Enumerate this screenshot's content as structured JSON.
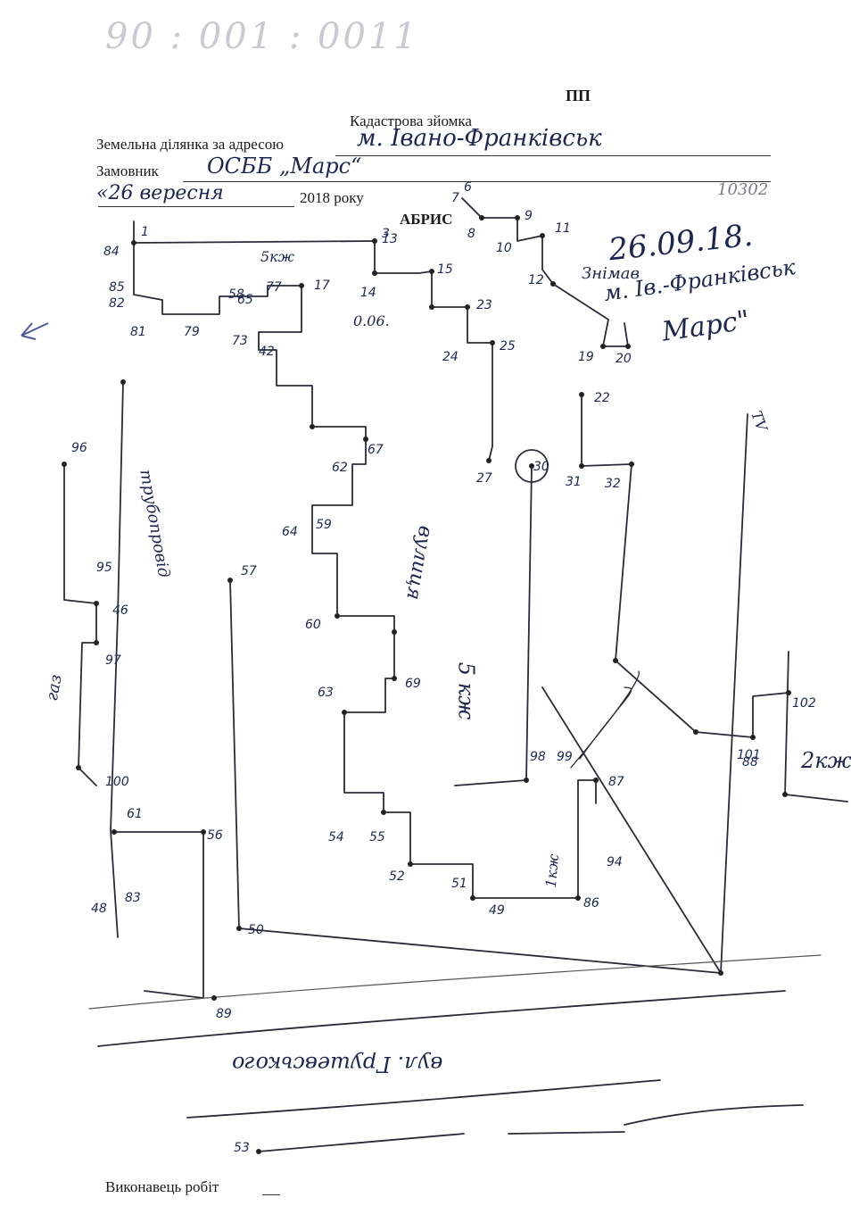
{
  "header": {
    "faded_number": "90 : 001 : 0011",
    "form_code": "ПП",
    "survey_title": "Кадастрова зйомка"
  },
  "form": {
    "address_label": "Земельна ділянка за адресою",
    "address_value": "м. Івано-Франківськ",
    "customer_label": "Замовник",
    "customer_value": "ОСББ „Марс“",
    "date_day_month": "«26 вересня",
    "year_suffix": "2018 року",
    "sketch_title": "АБРИС",
    "executor_label": "Виконавець робіт"
  },
  "annotations": {
    "date": "26.09.18.",
    "surveyed_line1": "Знімав",
    "surveyed_line2": "м. Ів.-Франківськ",
    "surveyed_line3": "Марс\"",
    "corner_number": "10302",
    "small_note": "0.06.",
    "street_label": "вул. Грушевського",
    "pipe_label": "трубопровід",
    "building_5kzh": "5кж",
    "building_5kzh_b": "5 кж",
    "building_1kzh": "1кж",
    "building_2kzh": "2кж.",
    "road_label": "вулиця",
    "tv_label": "ТV",
    "gas_label": "газ"
  },
  "point_labels": [
    "1",
    "3",
    "6",
    "7",
    "8",
    "9",
    "10",
    "11",
    "12",
    "13",
    "14",
    "15",
    "17",
    "19",
    "20",
    "22",
    "23",
    "24",
    "25",
    "27",
    "30",
    "31",
    "32",
    "42",
    "46",
    "48",
    "49",
    "50",
    "51",
    "52",
    "53",
    "54",
    "55",
    "56",
    "57",
    "58",
    "59",
    "60",
    "61",
    "62",
    "63",
    "64",
    "65",
    "67",
    "69",
    "73",
    "77",
    "79",
    "81",
    "82",
    "83",
    "84",
    "85",
    "86",
    "87",
    "88",
    "89",
    "94",
    "95",
    "96",
    "97",
    "98",
    "99",
    "100",
    "101",
    "102"
  ],
  "symbols": {
    "north_arrow": "north-arrow-icon"
  }
}
